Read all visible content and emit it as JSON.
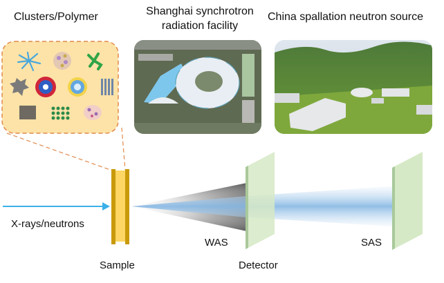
{
  "headers": {
    "clusters": "Clusters/Polymer",
    "synchrotron_line1": "Shanghai synchrotron",
    "synchrotron_line2": "radiation facility",
    "spallation": "China spallation neutron source"
  },
  "labels": {
    "beam": "X-rays/neutrons",
    "sample": "Sample",
    "detector": "Detector",
    "was": "WAS",
    "sas": "SAS"
  },
  "colors": {
    "cluster_box_fill": "#fde3a7",
    "cluster_box_border": "#e0894a",
    "beam_arrow": "#3bb0e8",
    "sample_frame": "#c99a0a",
    "sample_fill": "#fdd663",
    "detector_face": "#d6e9c6",
    "detector_edge": "#a9c99a",
    "beam_blue": "#8fbce6",
    "cone_gray": "#777777"
  }
}
